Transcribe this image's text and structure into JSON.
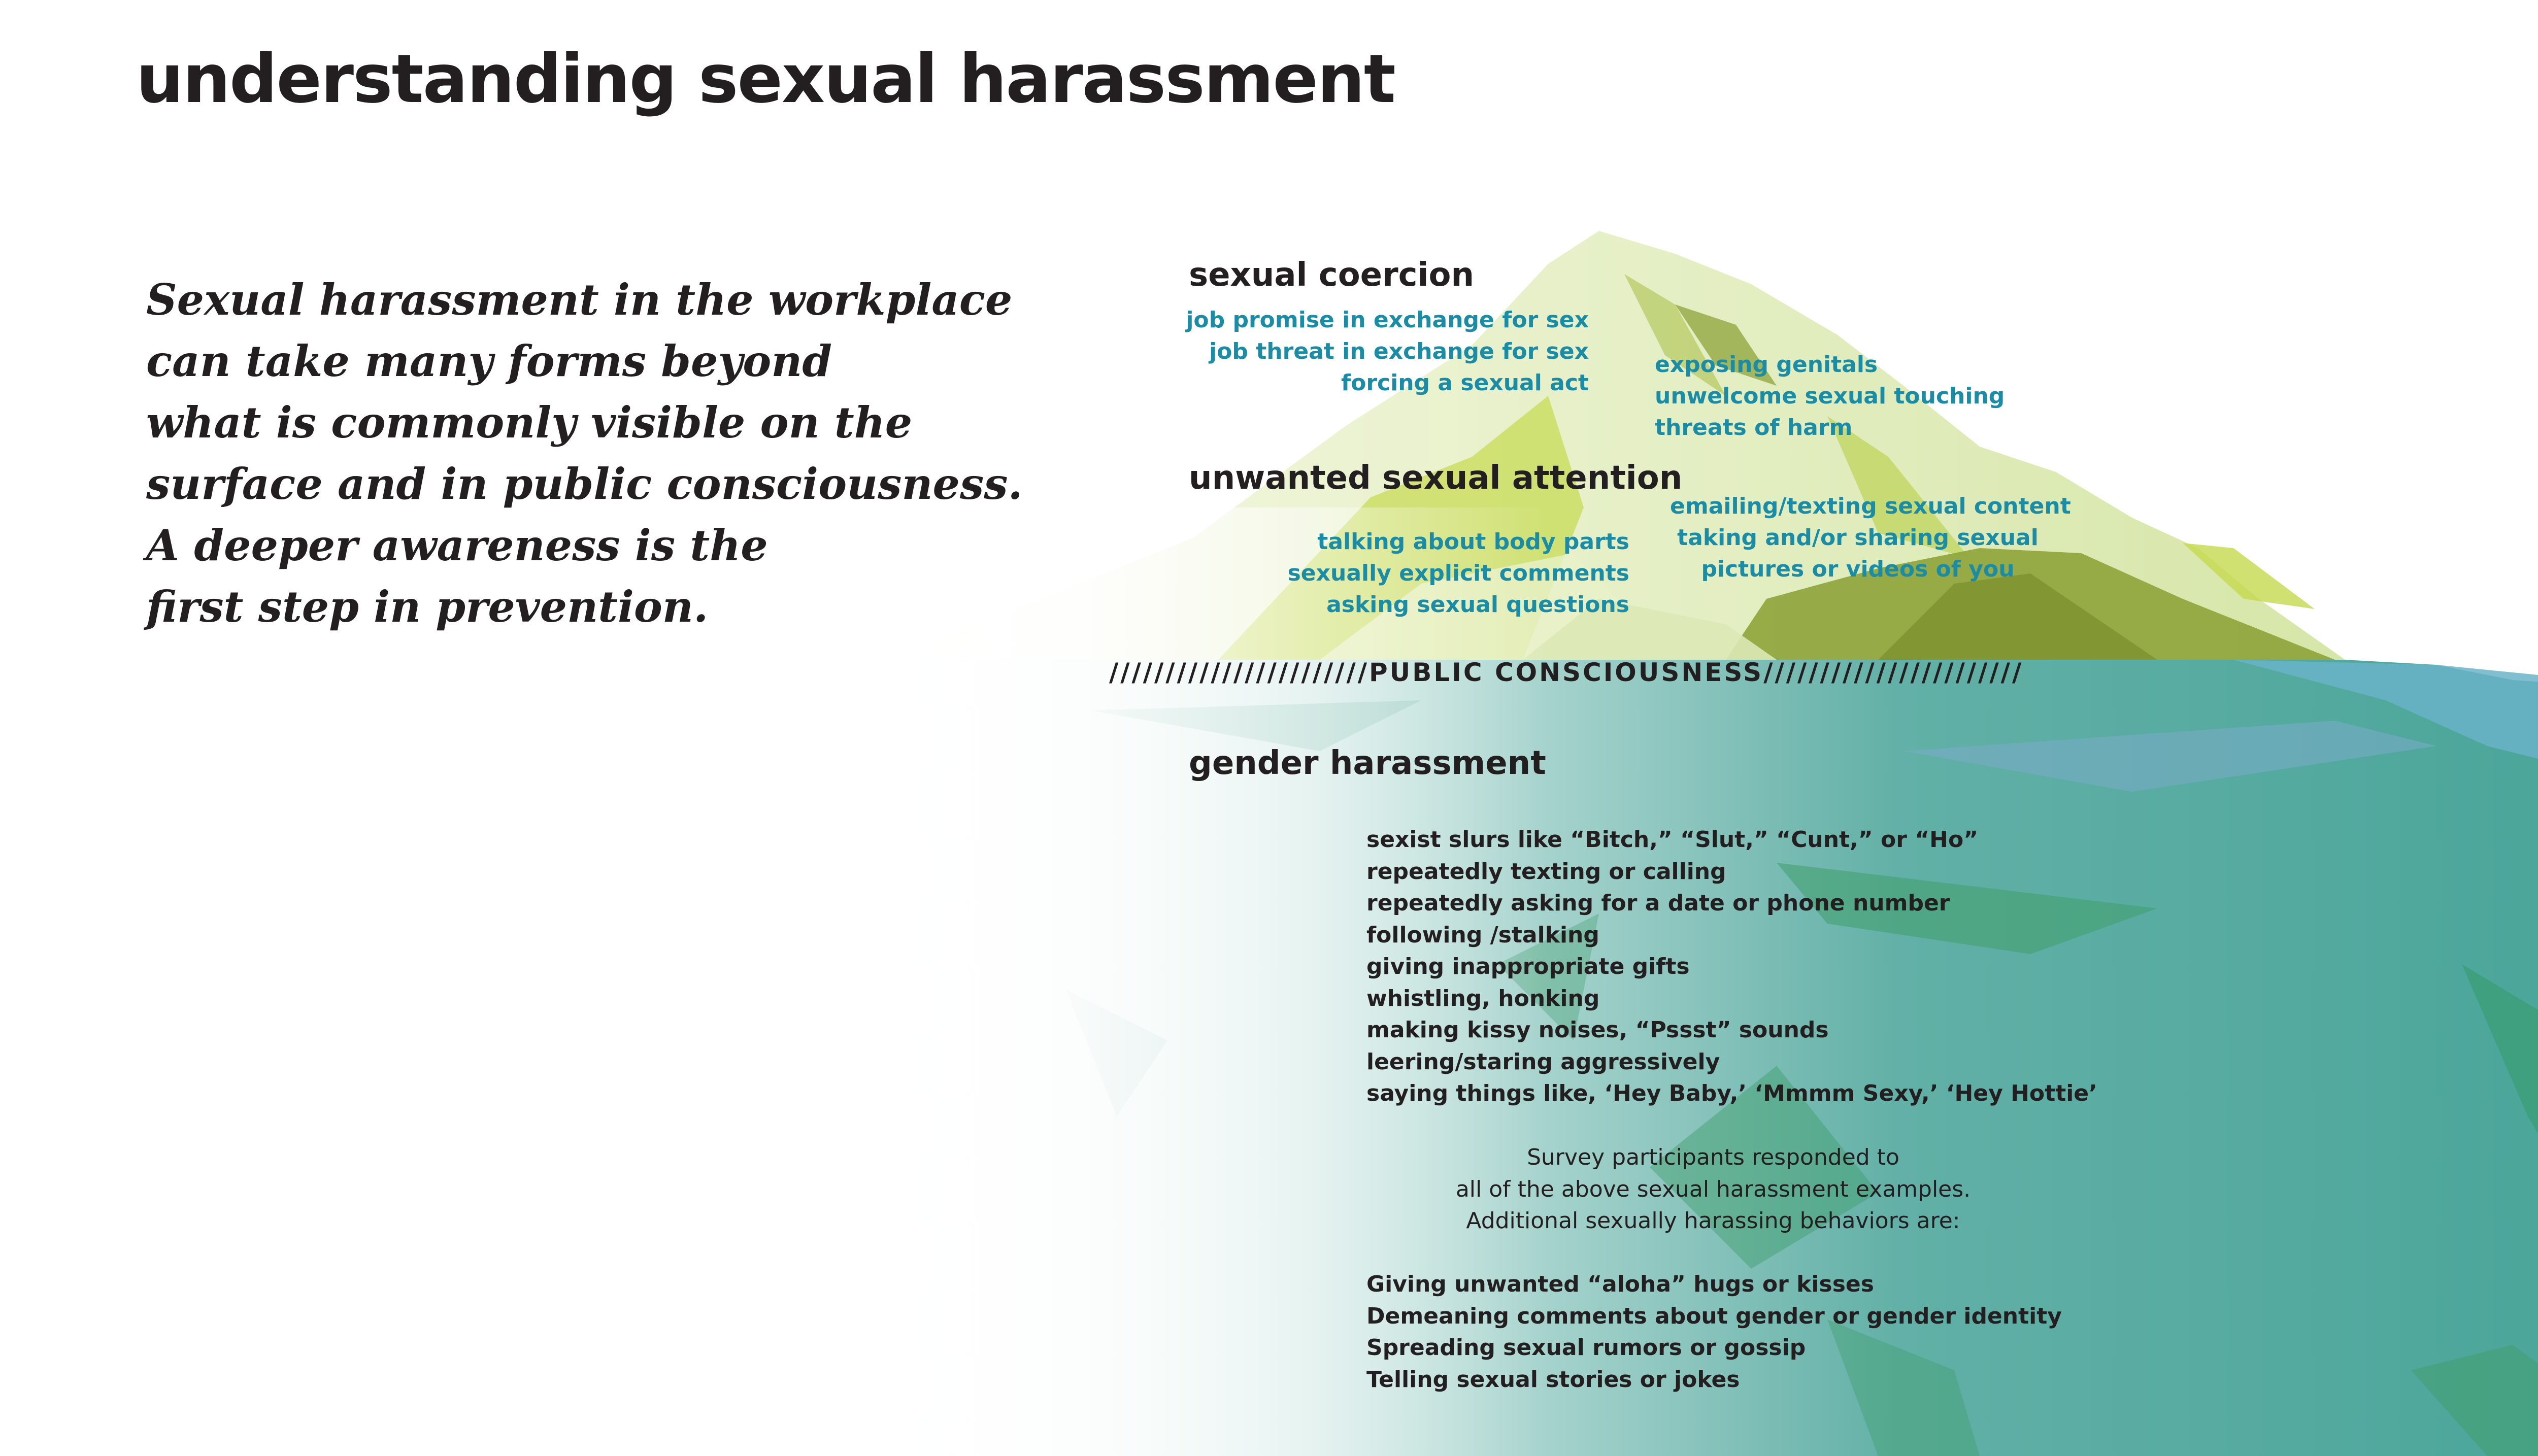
{
  "title": "understanding sexual harassment",
  "intro_lines": [
    "Sexual harassment in the workplace",
    "can take many forms beyond",
    "what is commonly visible on the",
    "surface and in public consciousness.",
    "A deeper awareness is the",
    "first step in prevention."
  ],
  "sections": {
    "coercion": {
      "heading": "sexual coercion",
      "left_items": [
        "job promise in exchange for sex",
        "job threat in exchange for sex",
        "forcing a sexual act"
      ],
      "right_items": [
        "exposing genitals",
        "unwelcome sexual touching",
        "threats of harm"
      ]
    },
    "attention": {
      "heading": "unwanted sexual attention",
      "left_items": [
        "talking about body parts",
        "sexually explicit comments",
        "asking sexual questions"
      ],
      "right_items": [
        "emailing/texting sexual content",
        "taking and/or sharing sexual",
        "pictures or videos of you"
      ]
    },
    "divider": "///////////////////////PUBLIC CONSCIOUSNESS///////////////////////",
    "gender": {
      "heading": "gender harassment",
      "items": [
        "sexist slurs like “Bitch,” “Slut,” “Cunt,” or “Ho”",
        "repeatedly texting or calling",
        "repeatedly asking for a date or phone number",
        "following /stalking",
        "giving inappropriate gifts",
        "whistling, honking",
        "making kissy noises, “Pssst” sounds",
        "leering/staring aggressively",
        "saying things like, ‘Hey Baby,’ ‘Mmmm Sexy,’ ‘Hey Hottie’"
      ],
      "survey_lines": [
        "Survey participants responded to",
        "all of the above sexual harassment examples.",
        "Additional sexually harassing behaviors are:"
      ],
      "additional_items": [
        "Giving unwanted “aloha” hugs or kisses",
        "Demeaning comments about gender or gender identity",
        "Spreading sexual rumors or gossip",
        "Telling sexual stories or jokes"
      ]
    }
  },
  "colors": {
    "text_dark": "#231f20",
    "text_blue": "#1a8ca6",
    "mountain_light": "#dce9b6",
    "mountain_lime": "#c6da4e",
    "mountain_olive": "#8ea33a",
    "water_teal": "#4fa89b",
    "water_blue": "#6ab3c8",
    "water_green": "#3f9e6a"
  }
}
